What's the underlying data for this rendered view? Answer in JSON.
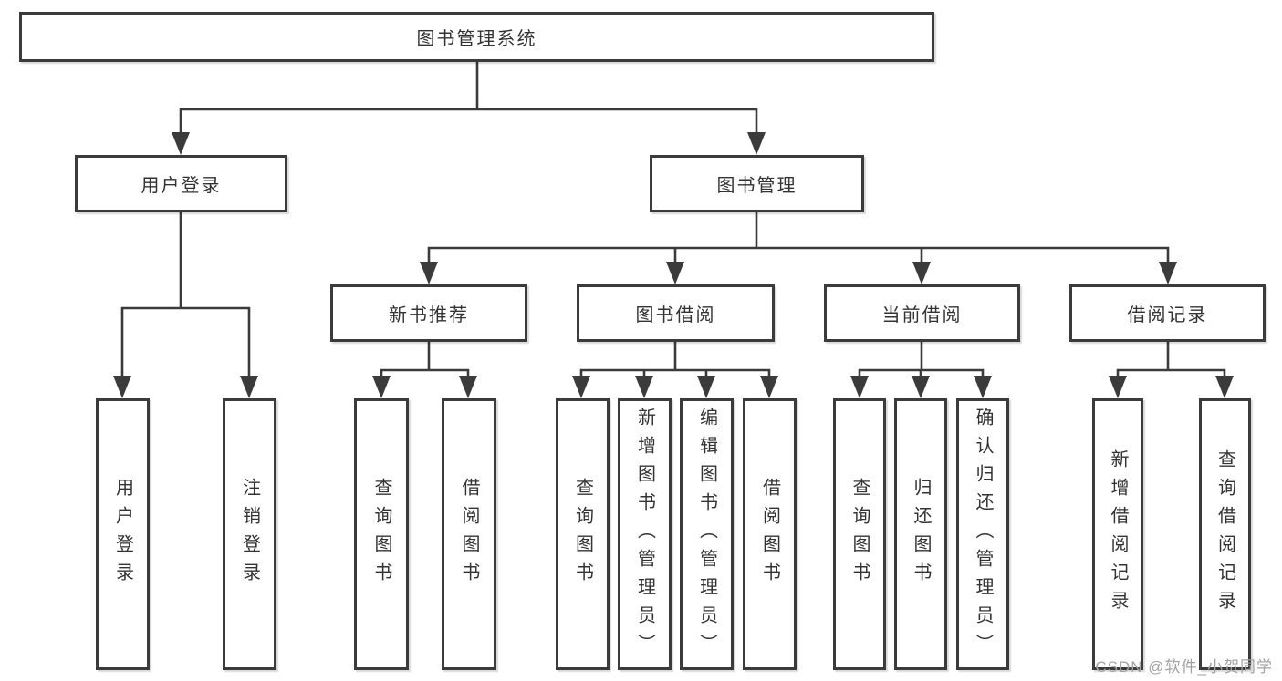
{
  "tree": {
    "label": "图书管理系统",
    "children": [
      {
        "label": "用户登录",
        "children": [
          {
            "label": "用户登录"
          },
          {
            "label": "注销登录"
          }
        ]
      },
      {
        "label": "图书管理",
        "children": [
          {
            "label": "新书推荐",
            "children": [
              {
                "label": "查询图书"
              },
              {
                "label": "借阅图书"
              }
            ]
          },
          {
            "label": "图书借阅",
            "children": [
              {
                "label": "查询图书"
              },
              {
                "label": "新增图书（管理员）"
              },
              {
                "label": "编辑图书（管理员）"
              },
              {
                "label": "借阅图书"
              }
            ]
          },
          {
            "label": "当前借阅",
            "children": [
              {
                "label": "查询图书"
              },
              {
                "label": "归还图书"
              },
              {
                "label": "确认归还（管理员）"
              }
            ]
          },
          {
            "label": "借阅记录",
            "children": [
              {
                "label": "新增借阅记录"
              },
              {
                "label": "查询借阅记录"
              }
            ]
          }
        ]
      }
    ]
  },
  "watermark": {
    "text": "CSDN @软件_小贺同学"
  },
  "colors": {
    "line": "#3b3b3b",
    "border": "#3b3b3b",
    "text": "#333333",
    "watermark": "#a3a3a3",
    "background": "#ffffff"
  }
}
